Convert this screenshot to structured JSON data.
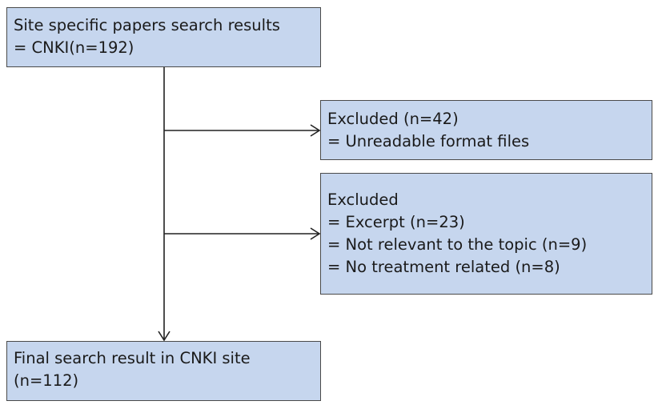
{
  "flowchart": {
    "start": {
      "lines": [
        "Site specific papers search results",
        "= CNKI(n=192)"
      ]
    },
    "excluded_1": {
      "lines": [
        "Excluded (n=42)",
        "= Unreadable format files"
      ]
    },
    "excluded_2": {
      "lines": [
        "Excluded",
        "= Excerpt (n=23)",
        "= Not relevant to the topic (n=9)",
        "= No treatment related (n=8)"
      ]
    },
    "final": {
      "lines": [
        "Final search result in CNKI site",
        "(n=112)"
      ]
    },
    "colors": {
      "box_fill": "#c6d6ee",
      "box_border": "#4a4a4a",
      "connector": "#222222"
    }
  }
}
